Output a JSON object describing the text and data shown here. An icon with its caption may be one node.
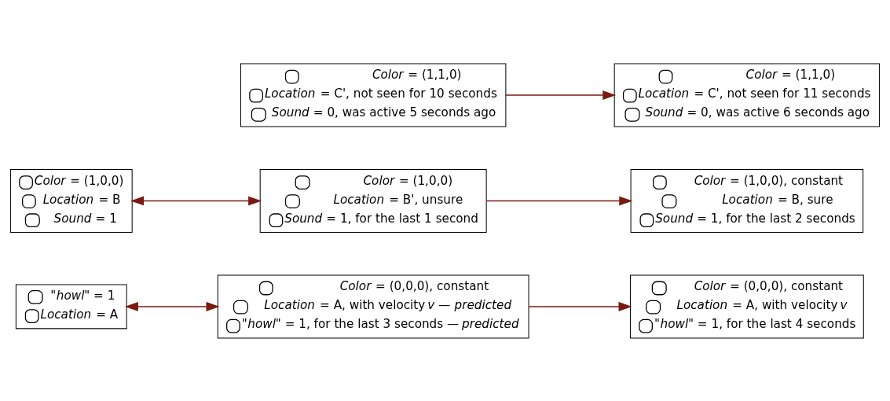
{
  "diagram": {
    "nodes": [
      {
        "text": [
          "\"*howl*\" = 1",
          "*Location* = A"
        ]
      },
      {
        "text": [
          "*Color* = (0,0,0), constant",
          "*Location* = A, with velocity *v* — *predicted*",
          "\"*howl*\" = 1, for the last 3 seconds — *predicted*"
        ]
      },
      {
        "text": [
          "*Color* = (0,0,0), constant",
          "*Location* = A, with velocity *v*",
          "\"*howl*\" = 1, for the last 4 seconds"
        ]
      },
      {
        "text": [
          "*Color* = (1,0,0)",
          "*Location* = B",
          "*Sound* = 1"
        ]
      },
      {
        "text": [
          "*Color* = (1,0,0)",
          "*Location* = B', unsure",
          "*Sound* = 1, for the last 1 second"
        ]
      },
      {
        "text": [
          "*Color* = (1,0,0), constant",
          "*Location* = B, sure",
          "*Sound* = 1, for the last 2 seconds"
        ]
      },
      {
        "text": [
          "*Color* = (1,1,0)",
          "*Location* = C', not seen for 10 seconds",
          "*Sound* = 0, was active 5 seconds ago"
        ]
      },
      {
        "text": [
          "*Color* = (1,1,0)",
          "*Location* = C', not seen for 11 seconds",
          "*Sound* = 0, was active 6 seconds ago"
        ]
      }
    ],
    "edges": [
      {
        "from": 0,
        "to": 1,
        "arrow": "both"
      },
      {
        "from": 1,
        "to": 2,
        "arrow": "to"
      },
      {
        "from": 3,
        "to": 4,
        "arrow": "both"
      },
      {
        "from": 4,
        "to": 5,
        "arrow": "to"
      },
      {
        "from": 6,
        "to": 7,
        "arrow": "to"
      }
    ]
  }
}
